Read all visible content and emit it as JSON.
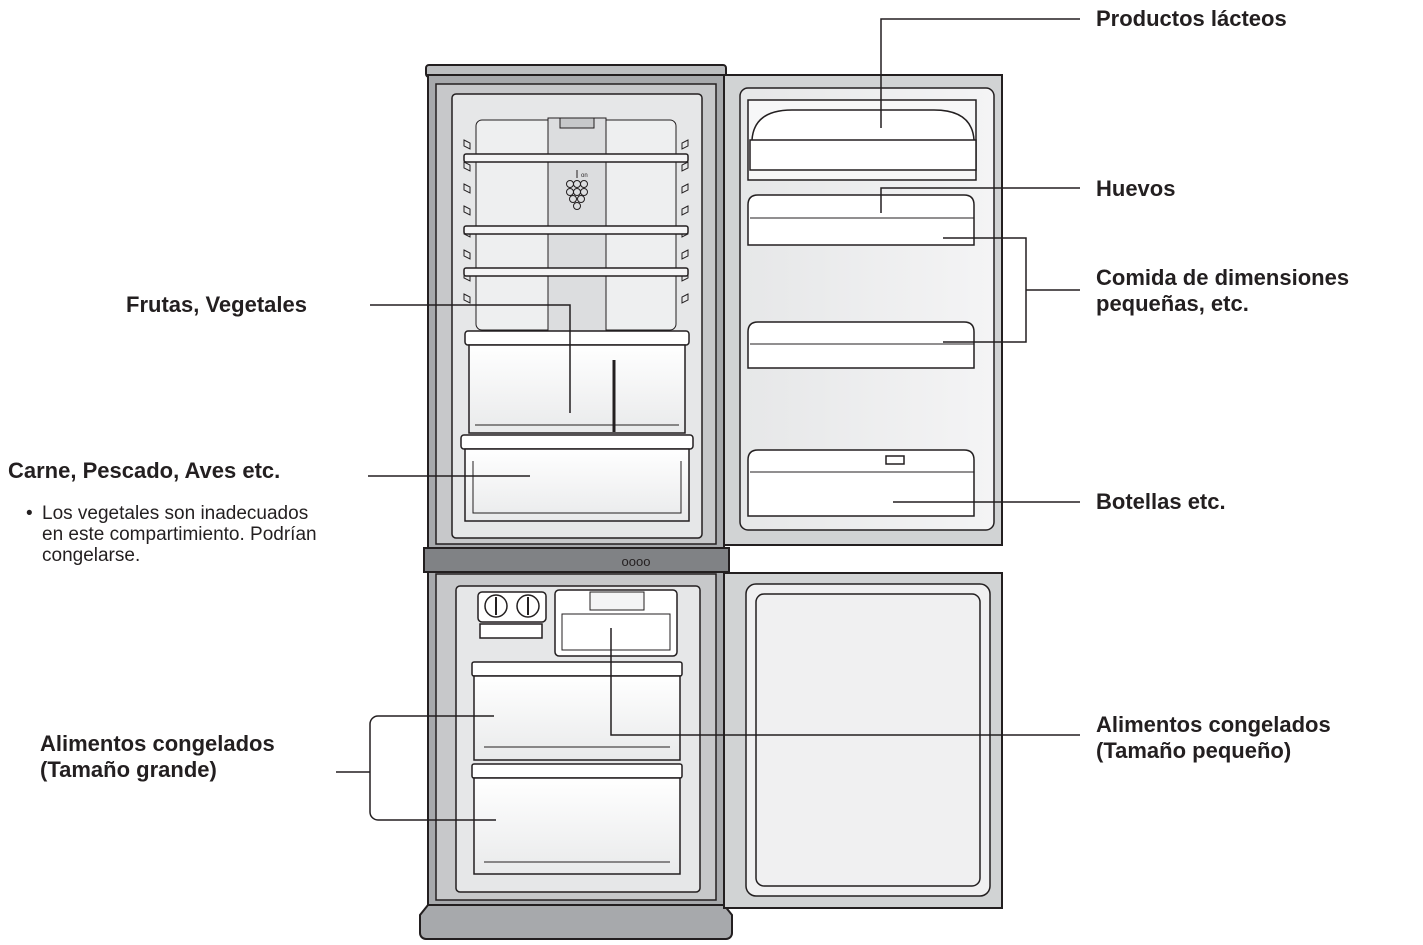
{
  "labels": {
    "dairy": "Productos lácteos",
    "eggs": "Huevos",
    "small_food_line1": "Comida de dimensiones",
    "small_food_line2": "pequeñas, etc.",
    "bottles": "Botellas etc.",
    "fruits_vegetables": "Frutas, Vegetales",
    "meat_fish": "Carne, Pescado, Aves etc.",
    "note_line1": "Los vegetales son inadecuados",
    "note_line2": "en este compartimiento. Podrían",
    "note_line3": "congelarse.",
    "frozen_large_line1": "Alimentos congelados",
    "frozen_large_line2": "(Tamaño grande)",
    "frozen_small_line1": "Alimentos congelados",
    "frozen_small_line2": "(Tamaño pequeño)"
  },
  "control_panel_text": "oooo",
  "colors": {
    "line": "#231f20",
    "body_gray": "#a7a9ac",
    "panel_gray": "#d1d3d4",
    "interior": "#e6e7e8"
  }
}
